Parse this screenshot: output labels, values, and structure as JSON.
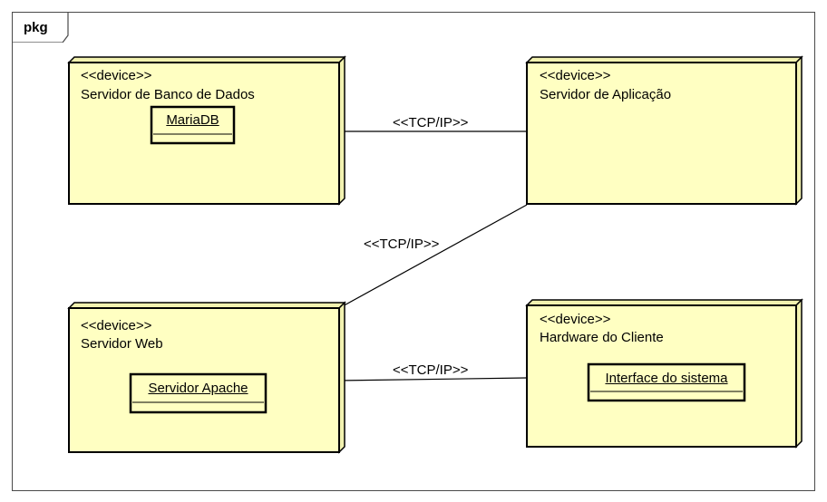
{
  "diagram": {
    "frame_label": "pkg",
    "nodes": [
      {
        "stereotype": "<<device>>",
        "name": "Servidor de Banco de Dados",
        "artifact": "MariaDB"
      },
      {
        "stereotype": "<<device>>",
        "name": "Servidor de Aplicação"
      },
      {
        "stereotype": "<<device>>",
        "name": "Servidor Web",
        "artifact": "Servidor Apache"
      },
      {
        "stereotype": "<<device>>",
        "name": "Hardware do Cliente",
        "artifact": "Interface do sistema"
      }
    ],
    "connections": [
      {
        "from": "Servidor de Banco de Dados",
        "to": "Servidor de Aplicação",
        "label": "<<TCP/IP>>"
      },
      {
        "from": "Servidor Web",
        "to": "Servidor de Aplicação",
        "label": "<<TCP/IP>>"
      },
      {
        "from": "Servidor Web",
        "to": "Hardware do Cliente",
        "label": "<<TCP/IP>>"
      }
    ],
    "colors": {
      "node_fill": "#ffffc2",
      "node_side": "#f2f2b0",
      "stroke": "#000000",
      "frame": "#4a4a4a"
    }
  }
}
